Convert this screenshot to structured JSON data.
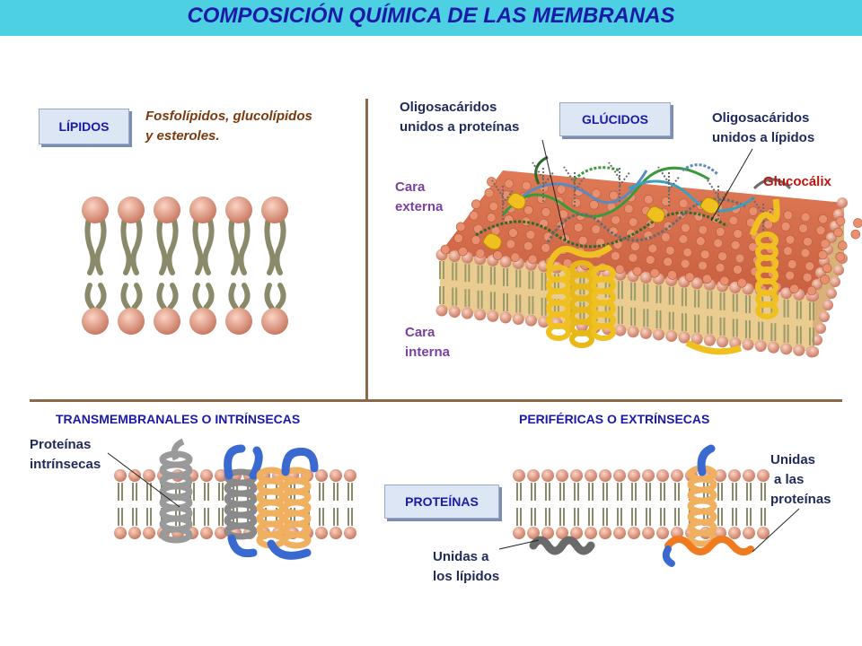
{
  "title": "COMPOSICIÓN QUÍMICA DE LAS MEMBRANAS",
  "lipidos": {
    "box_label": "LÍPIDOS",
    "description_line1": "Fosfolípidos, glucolípidos",
    "description_line2": "y esteroles."
  },
  "glucidos": {
    "box_label": "GLÚCIDOS",
    "oligo_proteinas_line1": "Oligosacáridos",
    "oligo_proteinas_line2": "unidos a proteínas",
    "oligo_lipidos_line1": "Oligosacáridos",
    "oligo_lipidos_line2": "unidos a lípidos",
    "glucocalix": "Glucocálix",
    "cara_externa_line1": "Cara",
    "cara_externa_line2": "externa",
    "cara_interna_line1": "Cara",
    "cara_interna_line2": "interna"
  },
  "proteinas": {
    "box_label": "PROTEÍNAS",
    "transmembranales_heading": "TRANSMEMBRANALES O INTRÍNSECAS",
    "perifericas_heading": "PERIFÉRICAS O EXTRÍNSECAS",
    "intrinsecas_line1": "Proteínas",
    "intrinsecas_line2": "intrínsecas",
    "unidas_lipidos_line1": "Unidas a",
    "unidas_lipidos_line2": "los lípidos",
    "unidas_proteinas_line1": "Unidas",
    "unidas_proteinas_line2": "a las",
    "unidas_proteinas_line3": "proteínas"
  },
  "colors": {
    "title_bar": "#4dd0e1",
    "title_text": "#1a1aa8",
    "description_text": "#7a3a10",
    "label_dark": "#1f2a5a",
    "label_purple": "#7b3fa0",
    "glucocalix_text": "#c0140c",
    "heading_text": "#1a1aa8",
    "lipid_head": "#e8a08a",
    "protein_gold": "#f0c020",
    "protein_gray": "#8a8a8a",
    "protein_blue": "#3a6ad0",
    "protein_orange": "#f0a040"
  }
}
